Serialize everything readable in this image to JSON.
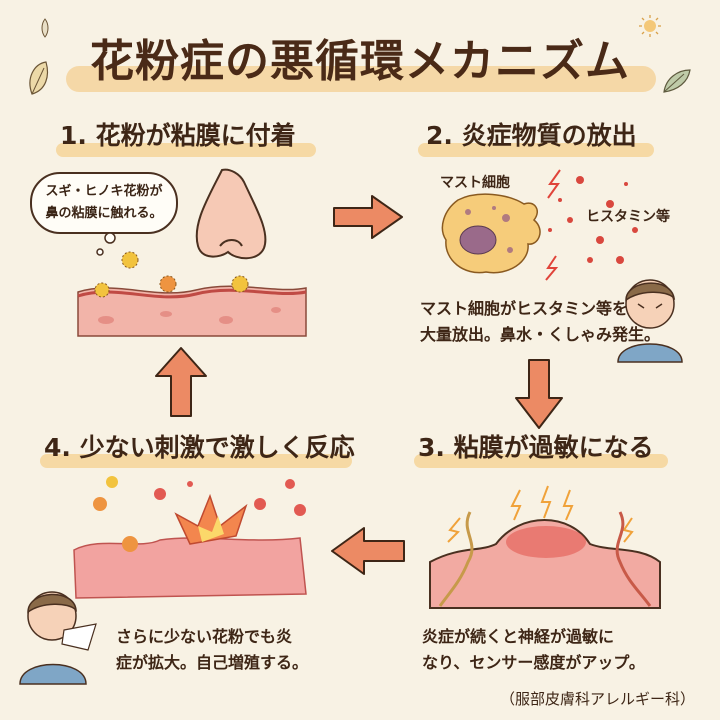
{
  "title": "花粉症の悪循環メカニズム",
  "steps": [
    {
      "number": "1.",
      "heading": "1. 花粉が粘膜に付着",
      "bubble_line1": "スギ・ヒノキ花粉が",
      "bubble_line2": "鼻の粘膜に触れる。"
    },
    {
      "number": "2.",
      "heading": "2. 炎症物質の放出",
      "label_cell": "マスト細胞",
      "label_chem": "ヒスタミン等",
      "text_line1": "マスト細胞がヒスタミン等を",
      "text_line2": "大量放出。鼻水・くしゃみ発生。"
    },
    {
      "number": "3.",
      "heading": "3. 粘膜が過敏になる",
      "text_line1": "炎症が続くと神経が過敏に",
      "text_line2": "なり、センサー感度がアップ。"
    },
    {
      "number": "4.",
      "heading": "4. 少ない刺激で激しく反応",
      "text_line1": "さらに少ない花粉でも炎",
      "text_line2": "症が拡大。自己増殖する。"
    }
  ],
  "arrows": [
    {
      "from": "step-1",
      "to": "step-2",
      "direction": "right"
    },
    {
      "from": "step-2",
      "to": "step-3",
      "direction": "down"
    },
    {
      "from": "step-3",
      "to": "step-4",
      "direction": "left"
    },
    {
      "from": "step-4",
      "to": "step-1",
      "direction": "up"
    }
  ],
  "credit": "（服部皮膚科アレルギー科）",
  "colors": {
    "background": "#f8f2e4",
    "text": "#3e2616",
    "highlight": "#f6d9a4",
    "arrow": "#ec8a64",
    "mucosa": "#f0a9a0",
    "pollen": "#f2b53c"
  }
}
